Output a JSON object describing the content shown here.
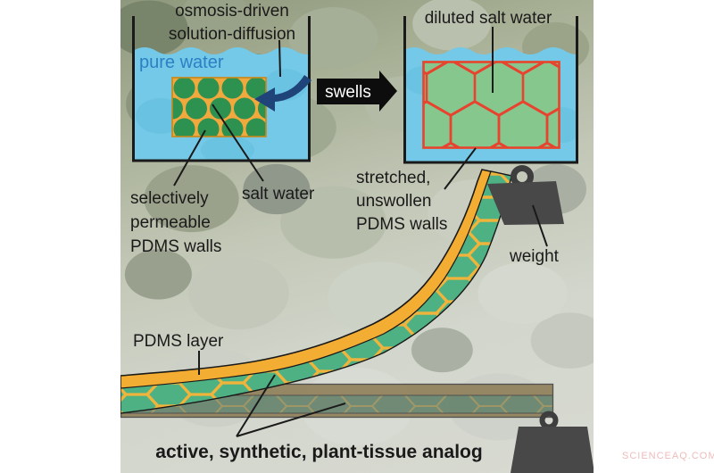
{
  "left_panel": {
    "title_line1": "osmosis-driven",
    "title_line2": "solution-diffusion",
    "water_label": "pure water",
    "walls_label_line1": "selectively",
    "walls_label_line2": "permeable",
    "walls_label_line3": "PDMS walls",
    "cells_label": "salt water"
  },
  "transition": {
    "label": "swells"
  },
  "right_panel": {
    "title": "diluted salt water",
    "walls_label_line1": "stretched,",
    "walls_label_line2": "unswollen",
    "walls_label_line3": "PDMS walls",
    "weight_label": "weight"
  },
  "actuator": {
    "layer_label": "PDMS layer",
    "caption": "active, synthetic, plant-tissue analog"
  },
  "watermark": "SCIENCEAQ.COM",
  "colors": {
    "water": "#73c9e7",
    "water_shade": "#60bcdc",
    "pure_water_text": "#2b80c3",
    "matrix_orange": "#f1a83c",
    "matrix_border": "#c98a1e",
    "cell_green": "#2d9150",
    "swollen_bg": "#85c78d",
    "wall_red": "#e7432e",
    "beam_orange": "#f4ad33",
    "beam_green": "#4eb183",
    "beam_hex": "#f0b43c",
    "ghost_brown": "#8c7a52",
    "ghost_green": "#5e7d66",
    "ghost_hex": "#a8914f",
    "ink": "#1a1a1a",
    "weight_gray": "#484848",
    "ring_gray": "#3e3e3e",
    "arrow_blue": "#1f4479",
    "arrow_black": "#0d0d0d",
    "watermark_pink": "#efbcbc"
  }
}
